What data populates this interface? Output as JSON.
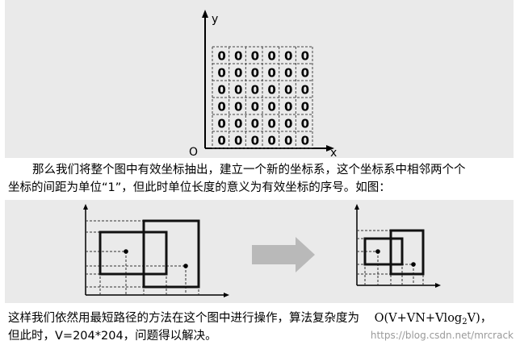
{
  "figure1": {
    "axis_y_label": "y",
    "axis_x_label": "x",
    "origin_label": "O",
    "grid_digit": "0",
    "rows": 6,
    "cols": 6
  },
  "paragraph1": {
    "line1": "那么我们将整个图中有效坐标抽出，建立一个新的坐标系，这个坐标系中相邻两个个",
    "line2": "坐标的间距为单位“1”，但此时单位长度的意义为有效坐标的序号。如图："
  },
  "paragraph2": {
    "line1_text": "这样我们依然用最短路径的方法在这个图中进行操作，算法复杂度为",
    "complexity_prefix": "O(V+VN+Vlog",
    "complexity_sub": "2",
    "complexity_suffix": "V)",
    "line1_end": "，",
    "line2": "但此时，V=204*204，问题得以解决。"
  },
  "watermark": "https://blog.csdn.net/mrcrack",
  "colors": {
    "panel": "#eaeaea",
    "arrow": "#b9b9b9"
  }
}
